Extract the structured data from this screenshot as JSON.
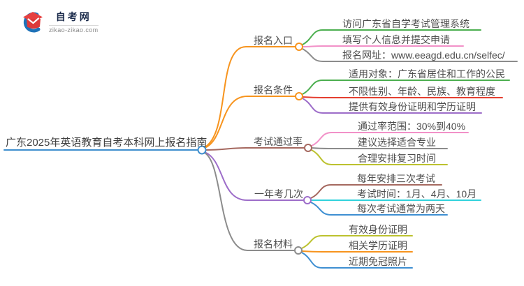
{
  "logo": {
    "name": "自考网",
    "domain": "zikao-zikao.com",
    "icon": "graduation-cap-logo",
    "brand_blue": "#1e72b8",
    "brand_red": "#e23e3e"
  },
  "mindmap": {
    "root": {
      "label": "广东2025年英语教育自考本科网上报名指南",
      "color": "#3f8fce"
    },
    "branches": [
      {
        "label": "报名入口",
        "color": "#f7941e",
        "children": [
          {
            "label": "访问广东省自学考试管理系统",
            "color": "#4caf50"
          },
          {
            "label": "填写个人信息并提交申请",
            "color": "#f291c8"
          },
          {
            "label": "报名网址：www.eeagd.edu.cn/selfec/",
            "color": "#8c8c8c"
          }
        ]
      },
      {
        "label": "报名条件",
        "color": "#f7941e",
        "children": [
          {
            "label": "适用对象：广东省居住和工作的公民",
            "color": "#4caf50"
          },
          {
            "label": "不限性别、年龄、民族、教育程度",
            "color": "#e53e30"
          },
          {
            "label": "提供有效身份证明和学历证明",
            "color": "#9d6dc9"
          }
        ]
      },
      {
        "label": "考试通过率",
        "color": "#a5685f",
        "children": [
          {
            "label": "通过率范围：30%到40%",
            "color": "#f291c8"
          },
          {
            "label": "建议选择适合专业",
            "color": "#8c8c8c"
          },
          {
            "label": "合理安排复习时间",
            "color": "#bcc22f"
          }
        ]
      },
      {
        "label": "一年考几次",
        "color": "#9d6dc9",
        "children": [
          {
            "label": "每年安排三次考试",
            "color": "#a5685f"
          },
          {
            "label": "考试时间：1月、4月、10月",
            "color": "#32d2dc"
          },
          {
            "label": "每次考试通常为两天",
            "color": "#3e8fd2"
          }
        ]
      },
      {
        "label": "报名材料",
        "color": "#8c8c8c",
        "children": [
          {
            "label": "有效身份证明",
            "color": "#bcc22f"
          },
          {
            "label": "相关学历证明",
            "color": "#f7941e"
          },
          {
            "label": "近期免冠照片",
            "color": "#3e8fd2"
          }
        ]
      }
    ]
  }
}
